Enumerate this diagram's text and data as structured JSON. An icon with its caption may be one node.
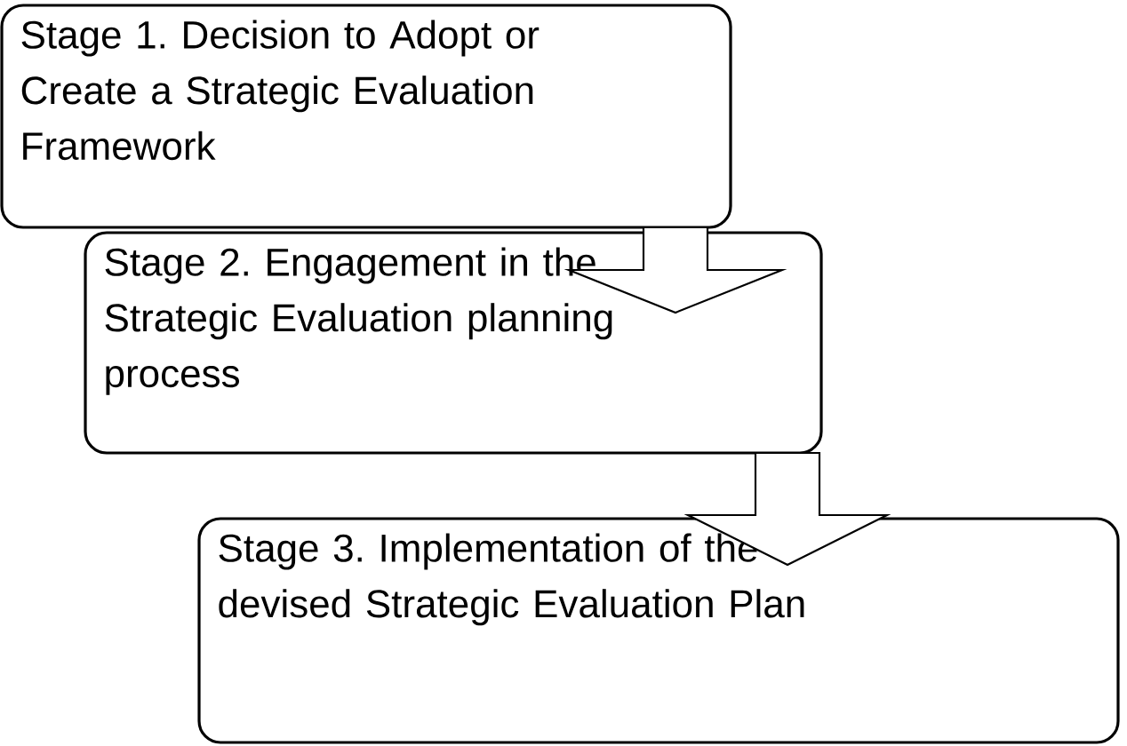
{
  "diagram": {
    "nodes": [
      {
        "text": [
          "Stage 1. Decision to Adopt or Create a Strategic Evaluation Framework"
        ]
      },
      {
        "text": [
          "Stage 2. Engagement in the Strategic Evaluation planning process"
        ]
      },
      {
        "text": [
          "Stage 3. Implementation of the devised Strategic Evaluation Plan"
        ]
      }
    ],
    "edges": [
      {
        "from": 0,
        "to": 1,
        "arrow": "to"
      },
      {
        "from": 1,
        "to": 2,
        "arrow": "to"
      }
    ]
  }
}
